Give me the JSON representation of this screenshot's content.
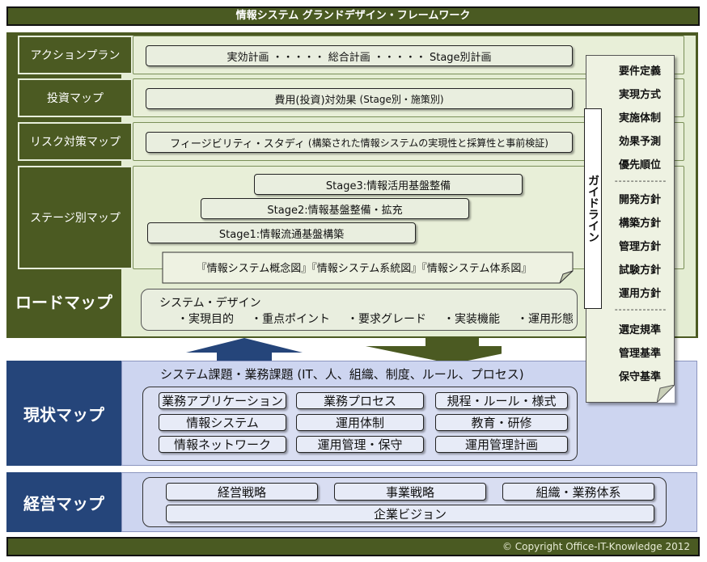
{
  "title": "情報システム グランドデザイン・フレームワーク",
  "roadmap": {
    "label": "ロードマップ",
    "rows": [
      {
        "label": "アクションプラン",
        "content": "実効計画 ・・・・・ 総合計画 ・・・・・ Stage別計画"
      },
      {
        "label": "投資マップ",
        "content_main": "費用(投資)対効果",
        "content_sub": "(Stage別・施策別)"
      },
      {
        "label": "リスク対策マップ",
        "content_main": "フィージビリティ・スタディ",
        "content_sub": "(構築された情報システムの実現性と採算性と事前検証)"
      },
      {
        "label": "ステージ別マップ"
      }
    ],
    "stages": [
      "Stage3:情報活用基盤整備",
      "Stage2:情報基盤整備・拡充",
      "Stage1:情報流通基盤構築"
    ],
    "concept_note": "『情報システム概念図』『情報システム系統図』『情報システム体系図』",
    "system_design": {
      "heading": "システム・デザイン",
      "items": [
        "・実現目的",
        "・重点ポイント",
        "・要求グレード",
        "・実装機能",
        "・運用形態"
      ]
    }
  },
  "guideline": {
    "label": "ガイドライン",
    "group1": [
      "要件定義",
      "実現方式",
      "実施体制",
      "効果予測",
      "優先順位"
    ],
    "group2": [
      "開発方針",
      "構築方針",
      "管理方針",
      "試験方針",
      "運用方針"
    ],
    "group3": [
      "選定規準",
      "管理基準",
      "保守基準"
    ],
    "separator": "-------------"
  },
  "current_map": {
    "label": "現状マップ",
    "heading": "システム課題・業務課題 (IT、人、組織、制度、ルール、プロセス)",
    "cells": [
      [
        "業務アプリケーション",
        "業務プロセス",
        "規程・ルール・様式"
      ],
      [
        "情報システム",
        "運用体制",
        "教育・研修"
      ],
      [
        "情報ネットワーク",
        "運用管理・保守",
        "運用管理計画"
      ]
    ]
  },
  "management_map": {
    "label": "経営マップ",
    "row1": [
      "経営戦略",
      "事業戦略",
      "組織・業務体系"
    ],
    "row2": "企業ビジョン"
  },
  "footer": "©  Copyright   Office-IT-Knowledge 2012",
  "colors": {
    "olive": "#4b5a22",
    "green_panel": "#e4edd3",
    "navy": "#25457a",
    "blue_panel": "#cdd5f0"
  }
}
